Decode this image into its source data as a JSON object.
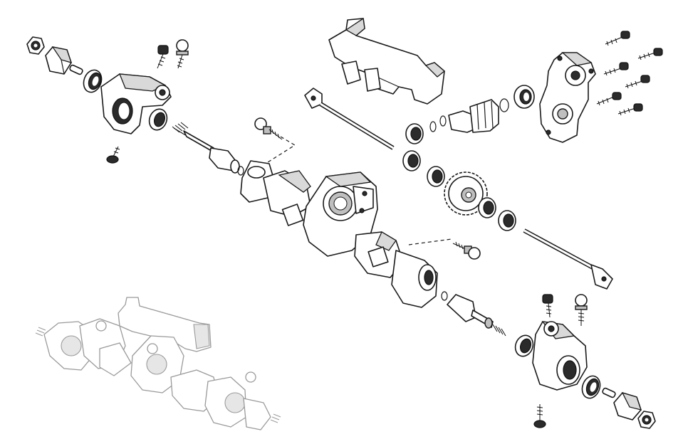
{
  "diagram": {
    "background": "#ffffff",
    "line_color": "#1a1a1a",
    "ghost_color": "#9a9a9a",
    "parts": [
      "lock-nut",
      "wheel-hex",
      "hex-pin",
      "bearing",
      "steering-knuckle",
      "ball-stud",
      "knuckle-screw",
      "axle-shaft",
      "c-hub",
      "axle-housing",
      "link-mount",
      "diff-cover",
      "dogbone-driveshaft",
      "pinion-gear",
      "spur-gear",
      "gearbox-housing",
      "cap-screw",
      "servo-mount",
      "assembled-axle"
    ]
  }
}
